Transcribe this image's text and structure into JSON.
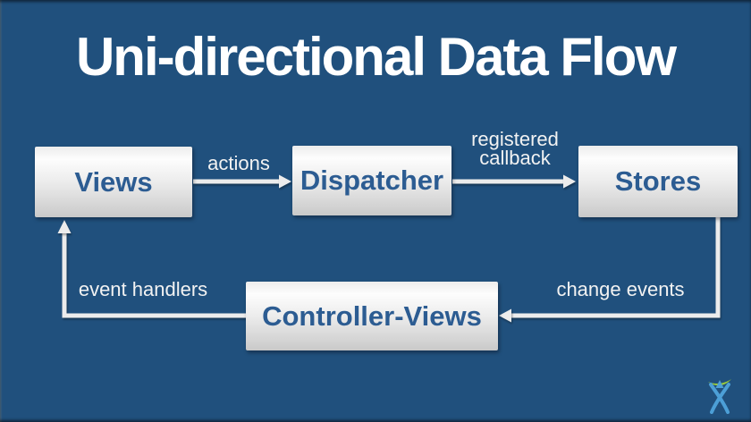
{
  "slide": {
    "title": "Uni-directional Data Flow",
    "background_color": "#20507D",
    "title_color": "#FFFFFF"
  },
  "boxes": [
    {
      "id": "views",
      "label": "Views"
    },
    {
      "id": "dispatcher",
      "label": "Dispatcher"
    },
    {
      "id": "stores",
      "label": "Stores"
    },
    {
      "id": "controller_views",
      "label": "Controller-Views"
    }
  ],
  "arrows": [
    {
      "id": "actions",
      "label": "actions",
      "from": "Views",
      "to": "Dispatcher"
    },
    {
      "id": "registered_callback",
      "label": "registered callback",
      "from": "Dispatcher",
      "to": "Stores"
    },
    {
      "id": "change_events",
      "label": "change events",
      "from": "Stores",
      "to": "Controller-Views"
    },
    {
      "id": "event_handlers",
      "label": "event handlers",
      "from": "Controller-Views",
      "to": "Views"
    }
  ],
  "colors": {
    "box_text": "#2C5C92",
    "box_gradient_top": "#FDFDFD",
    "box_gradient_bottom": "#C9C9C9",
    "arrow_line": "#ECECEC",
    "label_text": "#F2F2F2",
    "logo_blue": "#4C9FD7",
    "logo_green": "#9ACA3C"
  },
  "logo": {
    "name": "atlassian-logo"
  }
}
